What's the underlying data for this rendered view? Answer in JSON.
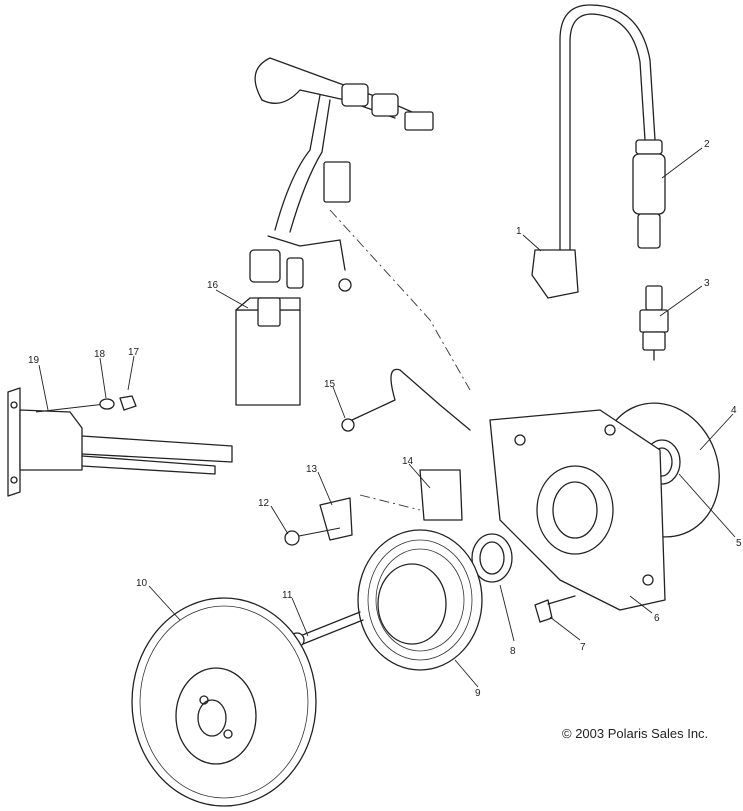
{
  "callouts": [
    "1",
    "2",
    "3",
    "4",
    "5",
    "6",
    "7",
    "8",
    "9",
    "10",
    "11",
    "12",
    "13",
    "14",
    "15",
    "16",
    "17",
    "18",
    "19"
  ],
  "copyright": "© 2003 Polaris Sales Inc.",
  "colors": {
    "line": "#222222",
    "background": "#ffffff"
  }
}
